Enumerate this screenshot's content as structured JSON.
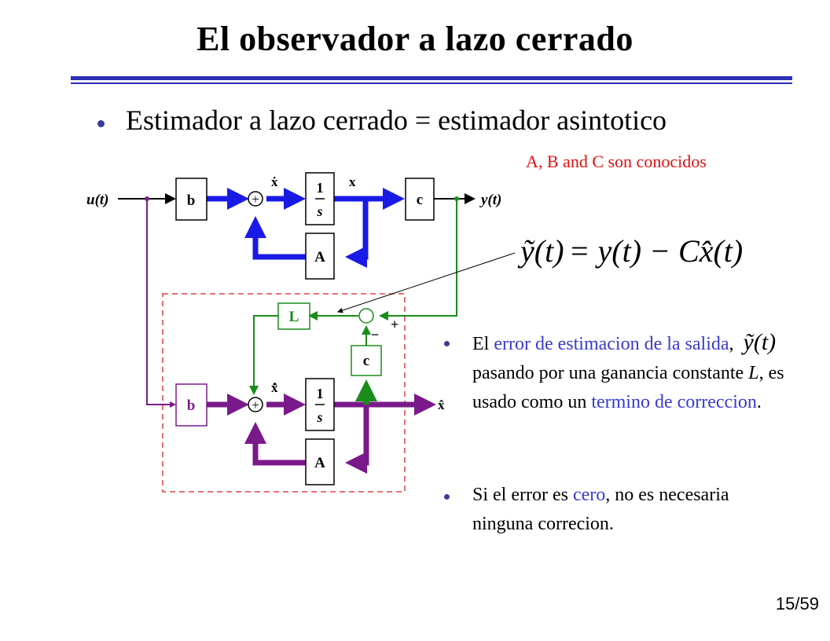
{
  "slide": {
    "title": "El observador a lazo cerrado",
    "bullet_main": "Estimador a lazo cerrado = estimador asintotico",
    "note_known": "A, B and C son conocidos",
    "equation": {
      "lhs": "ỹ(t)",
      "rhs": "= y(t) − Cx̂(t)"
    },
    "bullet_error": {
      "p1": "El ",
      "p2_blue": "error de estimacion  de la salida",
      "p3": ",",
      "inline_symbol": "ỹ(t)",
      "p4": " pasando por una ganancia constante ",
      "p5_italic": "L",
      "p6": ", es usado como un ",
      "p7_blue": "termino de correccion",
      "p8": "."
    },
    "bullet_zero": {
      "p1": "Si el error es ",
      "p2_blue": "cero",
      "p3": ", no es necesaria ninguna correcion."
    },
    "page": {
      "current": "15",
      "sep": "/",
      "total": "59"
    }
  },
  "diagram": {
    "input_label": "u(t)",
    "output_label": "y(t)",
    "blocks": {
      "b": "b",
      "c": "c",
      "A": "A",
      "L": "L",
      "integrator_num": "1",
      "integrator_den": "s"
    },
    "signals": {
      "x": "x",
      "xdot": "ẋ",
      "xhat": "x̂",
      "xhat_dot": "x̂̇"
    },
    "signs": {
      "plus": "+",
      "minus": "−"
    },
    "colors": {
      "plant": "#1a1ae6",
      "observer": "#7a1a8a",
      "correction": "#1a8c1a",
      "frame": "#e04040",
      "note": "#e01010"
    }
  }
}
